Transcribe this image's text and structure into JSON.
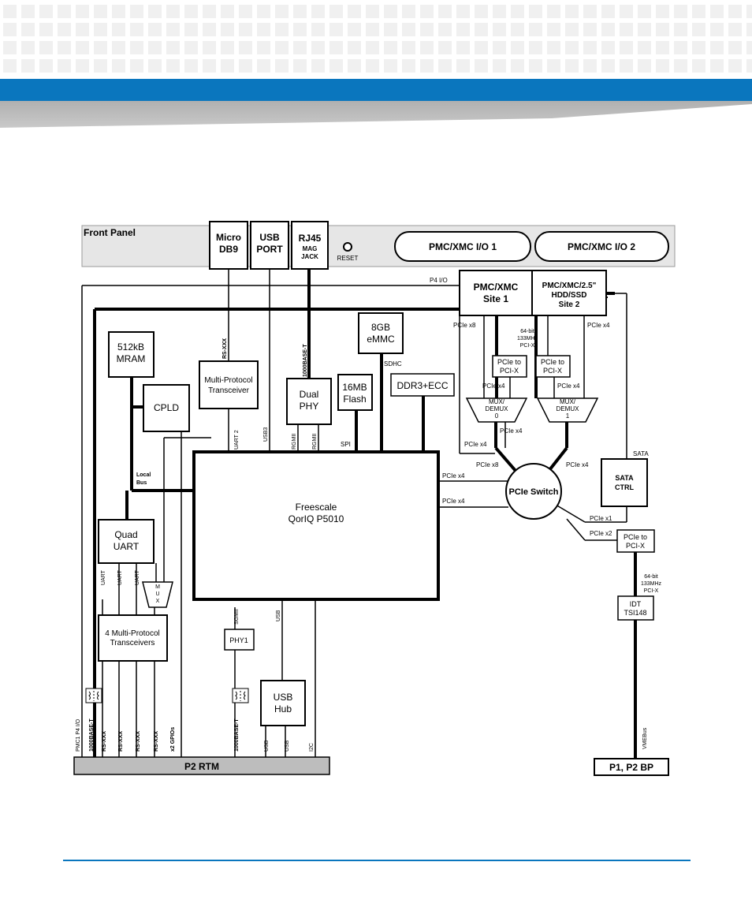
{
  "front_panel": {
    "label": "Front Panel",
    "micro_db9": [
      "Micro",
      "DB9"
    ],
    "usb_port": [
      "USB",
      "PORT"
    ],
    "rj45": [
      "RJ45",
      "MAG",
      "JACK"
    ],
    "reset": "RESET",
    "pmc_io1": "PMC/XMC I/O 1",
    "pmc_io2": "PMC/XMC I/O 2"
  },
  "blocks": {
    "pmc_site1": [
      "PMC/XMC",
      "Site 1"
    ],
    "pmc_site2": [
      "PMC/XMC/2.5\"",
      "HDD/SSD",
      "Site 2"
    ],
    "mram": [
      "512kB",
      "MRAM"
    ],
    "cpld": "CPLD",
    "mpt": [
      "Multi-Protocol",
      "Transceiver"
    ],
    "dual_phy": [
      "Dual",
      "PHY"
    ],
    "flash": [
      "16MB",
      "Flash"
    ],
    "emmc": [
      "8GB",
      "eMMC"
    ],
    "ddr3": "DDR3+ECC",
    "pcie_pcix_1": [
      "PCIe to",
      "PCI-X"
    ],
    "pcie_pcix_2": [
      "PCIe to",
      "PCI-X"
    ],
    "mux_demux_0": [
      "MUX/",
      "DEMUX",
      "0"
    ],
    "mux_demux_1": [
      "MUX/",
      "DEMUX",
      "1"
    ],
    "cpu": [
      "Freescale",
      "QorIQ P5010"
    ],
    "pcie_switch": "PCIe Switch",
    "sata_ctrl": [
      "SATA",
      "CTRL"
    ],
    "pcie_pcix_3": [
      "PCIe to",
      "PCI-X"
    ],
    "idt": [
      "IDT",
      "TSI148"
    ],
    "quad_uart": [
      "Quad",
      "UART"
    ],
    "mux_small": [
      "M",
      "U",
      "X"
    ],
    "four_mpt": [
      "4 Multi-Protocol",
      "Transceivers"
    ],
    "phy1": "PHY1",
    "usb_hub": [
      "USB",
      "Hub"
    ],
    "p2_rtm": "P2 RTM",
    "p1p2_bp": "P1, P2 BP"
  },
  "labels": {
    "p4_io": "P4 I/O",
    "rs_xxx_top": "RS-XXX",
    "gbe_top": "1000BASE-T",
    "sdhc": "SDHC",
    "spi": "SPI",
    "rgmii_1": "RGMII",
    "rgmii_2": "RGMII",
    "usb3": "USB3",
    "uart2": "UART 2",
    "local_bus": [
      "Local",
      "Bus"
    ],
    "pcie_x8_site1": "PCIe x8",
    "pcie_x4_site2": "PCIe x4",
    "pci_x_64bit": [
      "64-bit",
      "133MHz",
      "PCI-X"
    ],
    "pcie_x4_mux0_in": "PCIe x4",
    "pcie_x4_mux1_in": "PCIe x4",
    "pcie_x4_mux0_out": "PCIe x4",
    "pcie_x4_left": "PCIe x4",
    "pcie_x8_left": "PCIe x8",
    "pcie_x4_right": "PCIe x4",
    "sata": "SATA",
    "pcie_x4_cpu_1": "PCIe x4",
    "pcie_x4_cpu_2": "PCIe x4",
    "pcie_x1": "PCIe x1",
    "pcie_x2": "PCIe x2",
    "pci_x_64bit_b": [
      "64-bit",
      "133MHz",
      "PCI-X"
    ],
    "vmebus": "VMEBus",
    "sgmii": "SGMII",
    "usb_cpu": "USB",
    "uart_1": "UART",
    "uart_2": "UART",
    "uart_3": "UART",
    "pmc1_p4_io": "PMC1 P4 I/O",
    "gbe_bottom_left": "1000BASE-T",
    "rs_xxx_1": "RS-XXX",
    "rs_xxx_2": "RS-XXX",
    "rs_xxx_3": "RS-XXX",
    "x2_gpios": "x2 GPIOs",
    "gbe_bottom_mid": "1000BASE-T",
    "usb_b1": "USB",
    "usb_b2": "USB",
    "i2c": "I2C"
  },
  "colors": {
    "accent_blue": "#0a76be",
    "panel_grey": "#e6e6e6",
    "bus_grey": "#bdbdbd"
  }
}
